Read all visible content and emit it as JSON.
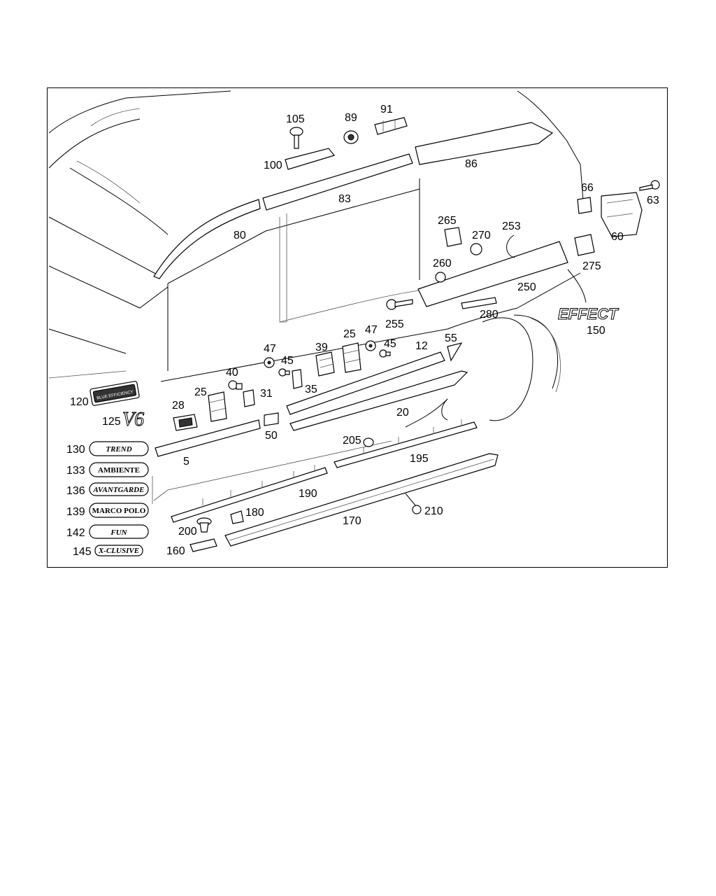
{
  "labels": {
    "p105": "105",
    "p89": "89",
    "p91": "91",
    "p100": "100",
    "p86": "86",
    "p83": "83",
    "p80": "80",
    "p66": "66",
    "p63": "63",
    "p60": "60",
    "p265": "265",
    "p270": "270",
    "p253": "253",
    "p275": "275",
    "p260": "260",
    "p250": "250",
    "p255": "255",
    "p280": "280",
    "p150": "150",
    "p47a": "47",
    "p45a": "45",
    "p39": "39",
    "p25a": "25",
    "p47b": "47",
    "p45b": "45",
    "p12": "12",
    "p55": "55",
    "p40": "40",
    "p25b": "25",
    "p31": "31",
    "p35": "35",
    "p28": "28",
    "p120": "120",
    "p125": "125",
    "p20": "20",
    "p50": "50",
    "p5": "5",
    "p205": "205",
    "p195": "195",
    "p130": "130",
    "p133": "133",
    "p136": "136",
    "p139": "139",
    "p142": "142",
    "p145": "145",
    "p190": "190",
    "p180": "180",
    "p200": "200",
    "p170": "170",
    "p210": "210",
    "p160": "160"
  },
  "badges": {
    "trend": "TREND",
    "ambiente": "AMBIENTE",
    "avantgarde": "AVANTGARDE",
    "marco_polo": "MARCO POLO",
    "fun": "FUN",
    "xclusive": "X-CLUSIVE",
    "blue_efficiency": "BLUE EFFICIENCY",
    "v6": "V6",
    "effect": "EFFECT"
  }
}
